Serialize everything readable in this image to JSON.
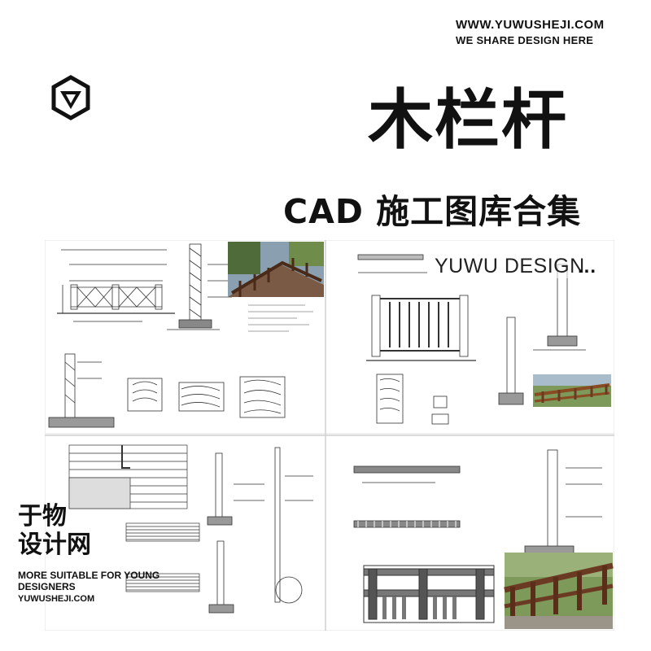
{
  "header": {
    "site_url": "WWW.YUWUSHEJI.COM",
    "site_slogan": "WE SHARE DESIGN HERE"
  },
  "title": {
    "main": "木栏杆",
    "sub": "CAD 施工图库合集"
  },
  "watermark": {
    "text": "YUWU DESIGN",
    "dots": "..."
  },
  "brand": {
    "line1": "于物",
    "line2": "设计网",
    "tagline_1": "MORE SUITABLE FOR YOUNG",
    "tagline_2": "DESIGNERS",
    "url": "YUWUSHEJI.COM"
  },
  "colors": {
    "background": "#ffffff",
    "ink": "#111111",
    "wood": "#6b3a22",
    "foliage": "#5a7a3a"
  },
  "icons": {
    "logo": "hexagon-v-logo-icon"
  }
}
